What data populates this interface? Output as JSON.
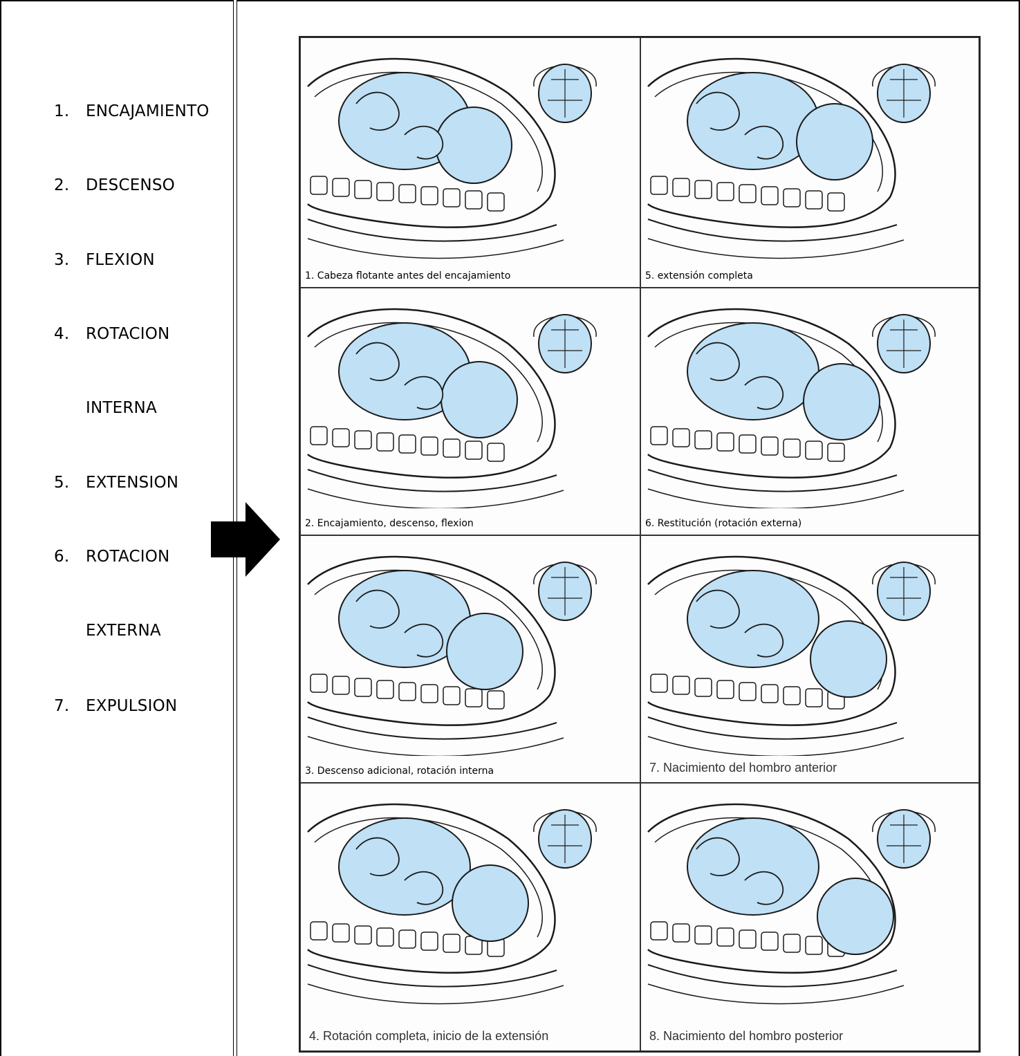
{
  "steps": [
    {
      "num": "1.",
      "label": "ENCAJAMIENTO"
    },
    {
      "num": "2.",
      "label": "DESCENSO"
    },
    {
      "num": "3.",
      "label": "FLEXION"
    },
    {
      "num": "4.",
      "label": "ROTACION"
    },
    {
      "num": "",
      "label": "INTERNA"
    },
    {
      "num": "5.",
      "label": "EXTENSION"
    },
    {
      "num": "6.",
      "label": "ROTACION"
    },
    {
      "num": "",
      "label": "EXTERNA"
    },
    {
      "num": "7.",
      "label": "EXPULSION"
    }
  ],
  "panels": [
    {
      "caption": "1. Cabeza flotante antes del encajamiento"
    },
    {
      "caption": "5. extensión completa"
    },
    {
      "caption": "2. Encajamiento, descenso, flexion"
    },
    {
      "caption": "6. Restitución (rotación externa)"
    },
    {
      "caption": "3. Descenso adicional, rotación interna"
    },
    {
      "caption": "7. Nacimiento del hombro anterior"
    },
    {
      "caption": "4. Rotación completa, inicio de la extensión"
    },
    {
      "caption": "8. Nacimiento del hombro posterior"
    }
  ],
  "colors": {
    "fetus_fill": "#bfe0f5",
    "line": "#1a1a1a",
    "arrow": "#000000"
  },
  "icons": {
    "arrow": "right-arrow-icon"
  }
}
